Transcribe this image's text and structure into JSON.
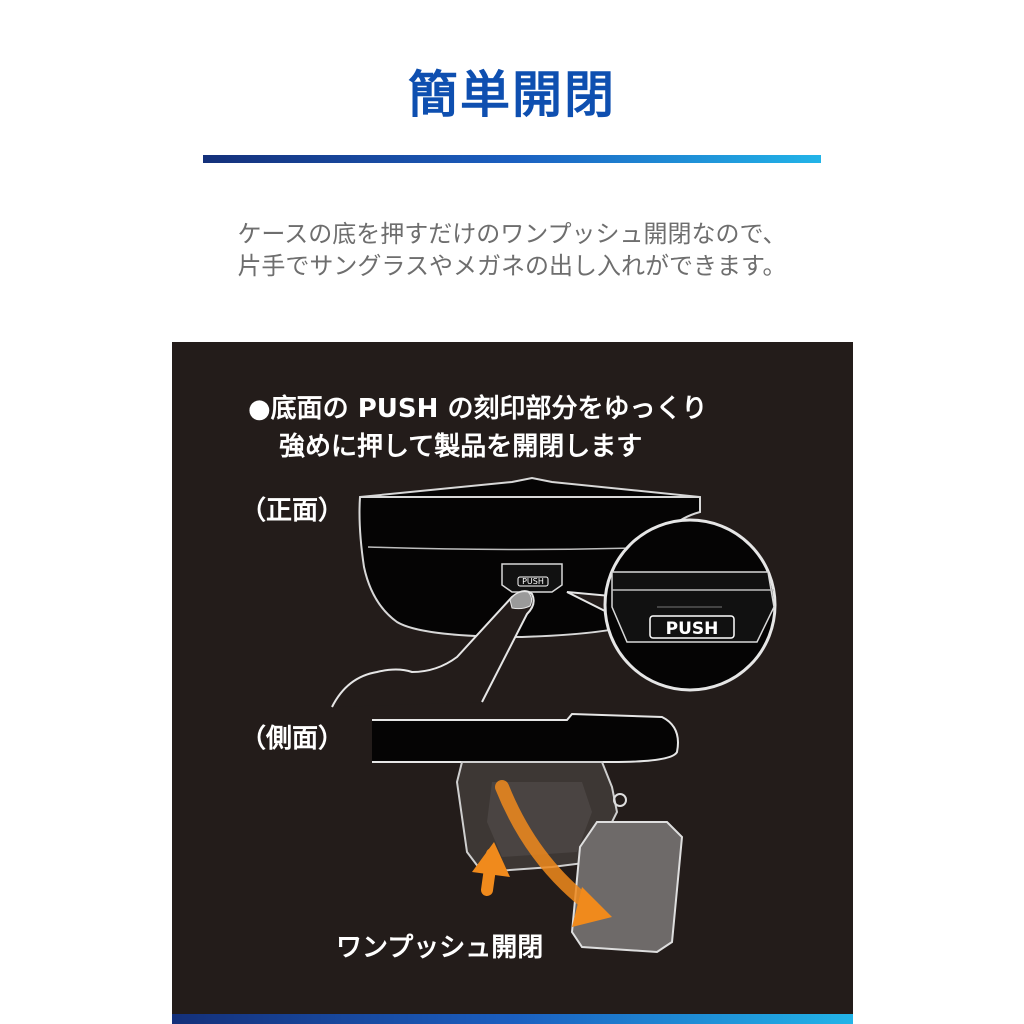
{
  "header": {
    "title": "簡単開閉"
  },
  "description": {
    "line1": "ケースの底を押すだけのワンプッシュ開閉なので、",
    "line2": "片手でサングラスやメガネの出し入れができます。"
  },
  "illustration": {
    "instruction_line1": "●底面の PUSH の刻印部分をゆっくり",
    "instruction_line2": "強めに押して製品を開閉します",
    "front_label": "（正面）",
    "side_label": "（側面）",
    "push_button_text": "PUSH",
    "push_zoom_text": "PUSH",
    "one_push_label": "ワンプッシュ開閉",
    "colors": {
      "accent_blue": "#0e4fb0",
      "arrow_orange": "#f08a1c",
      "panel_bg": "#231c1a"
    }
  }
}
